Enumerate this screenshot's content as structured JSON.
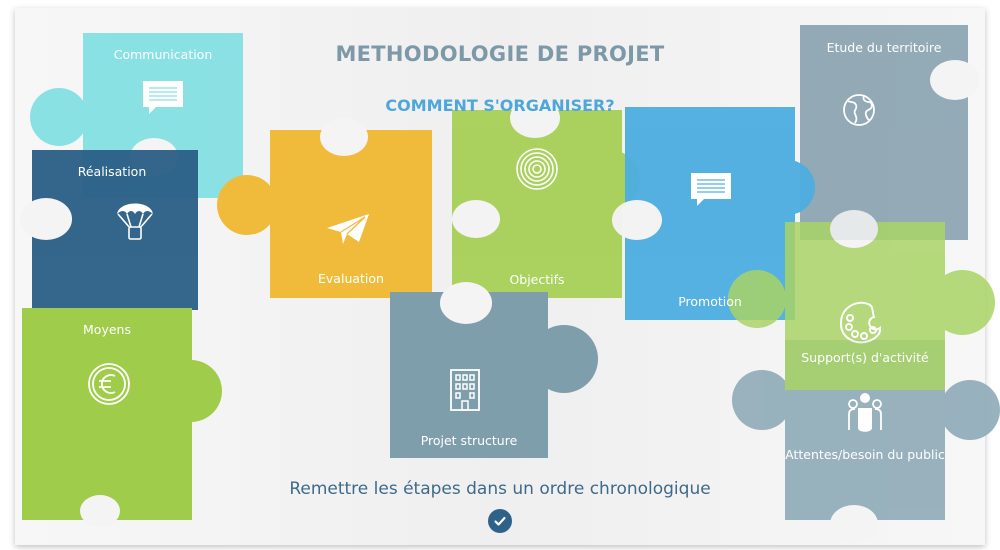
{
  "header": {
    "title": "METHODOLOGIE DE PROJET",
    "subtitle": "COMMENT S'ORGANISER?"
  },
  "pieces": [
    {
      "id": "communication",
      "label": "Communication",
      "icon": "speech-bubble-icon",
      "color": "#85e0e3"
    },
    {
      "id": "realisation",
      "label": "Réalisation",
      "icon": "parachute-icon",
      "color": "#2e6289"
    },
    {
      "id": "evaluation",
      "label": "Evaluation",
      "icon": "paper-plane-icon",
      "color": "#f0bb3b"
    },
    {
      "id": "objectifs",
      "label": "Objectifs",
      "icon": "target-icon",
      "color": "#a8d05a"
    },
    {
      "id": "promotion",
      "label": "Promotion",
      "icon": "speech-bubble-icon",
      "color": "#4faee0"
    },
    {
      "id": "etude",
      "label": "Etude du territoire",
      "icon": "globe-icon",
      "color": "#8ea7b3"
    },
    {
      "id": "moyens",
      "label": "Moyens",
      "icon": "euro-icon",
      "color": "#9fcc4a"
    },
    {
      "id": "projet",
      "label": "Projet structure",
      "icon": "building-icon",
      "color": "#7f9eac"
    },
    {
      "id": "attentes",
      "label": "Attentes/besoin du public",
      "icon": "people-icon",
      "color": "#93aebb"
    },
    {
      "id": "support",
      "label": "Support(s) d'activité",
      "icon": "palette-icon",
      "color": "#a9d466"
    }
  ],
  "footer": {
    "instruction": "Remettre les étapes dans un ordre chronologique",
    "validate_icon": "check-icon"
  },
  "colors": {
    "title": "#7d99a8",
    "subtitle": "#4da7dc",
    "instruction": "#3e6a8a",
    "button": "#2e6289"
  }
}
